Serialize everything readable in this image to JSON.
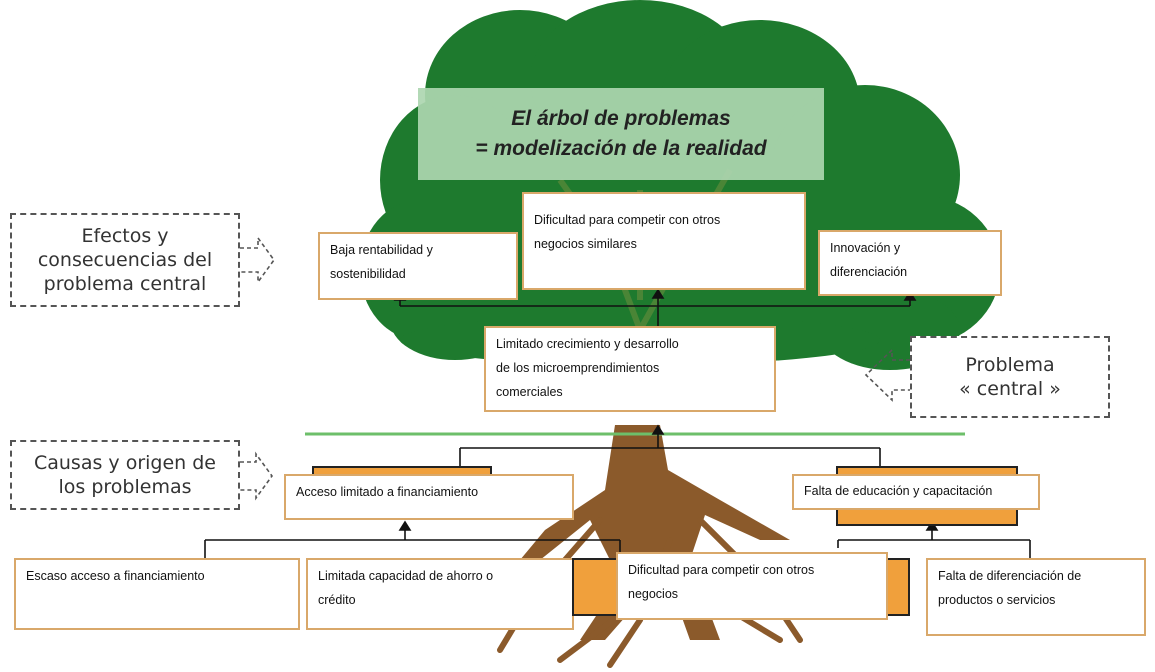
{
  "title": {
    "line1": "El árbol de problemas",
    "line2": "= modelización de la realidad"
  },
  "side_labels": {
    "effects": [
      "Efectos y",
      "consecuencias del",
      "problema central"
    ],
    "central": [
      "Problema",
      "« central »"
    ],
    "causes": [
      "Causas y origen de",
      "los problemas"
    ]
  },
  "effects": {
    "left": [
      "Baja rentabilidad y",
      "sostenibilidad"
    ],
    "middle": [
      "Dificultad para competir con otros",
      "negocios similares"
    ],
    "right": [
      "Innovación y",
      "diferenciación"
    ]
  },
  "central_problem": [
    "Limitado crecimiento y desarrollo",
    "de los microemprendimientos",
    "comerciales"
  ],
  "causes": {
    "left": "Acceso limitado a financiamiento",
    "right": "Falta de educación y capacitación"
  },
  "sub_causes": {
    "c1": "Escaso acceso a financiamiento",
    "c2": [
      "Limitada capacidad de ahorro o",
      "crédito"
    ],
    "c3": [
      "Dificultad para competir con otros",
      "negocios"
    ],
    "c4": [
      "Falta de diferenciación de",
      "productos o servicios"
    ]
  },
  "colors": {
    "canopy": "#1e7a2e",
    "canopy_light": "#acd6b0",
    "trunk": "#8b5a2b",
    "box_border": "#d9a86a",
    "accent_orange": "#f0a03c",
    "ground_line": "#6dbf6a"
  }
}
